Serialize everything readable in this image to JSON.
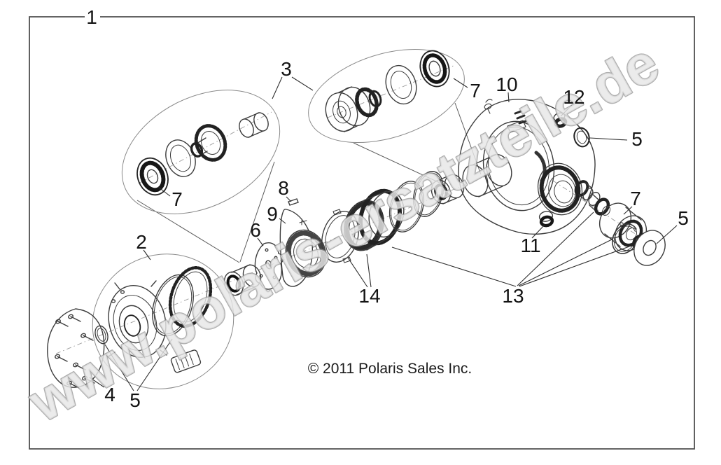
{
  "watermark": "www.polaris-ersatzteile.de",
  "copyright": "© 2011 Polaris Sales Inc.",
  "callouts": [
    "1",
    "3",
    "7",
    "10",
    "12",
    "5",
    "7",
    "2",
    "8",
    "9",
    "6",
    "7",
    "5",
    "11",
    "14",
    "13",
    "4",
    "5"
  ]
}
